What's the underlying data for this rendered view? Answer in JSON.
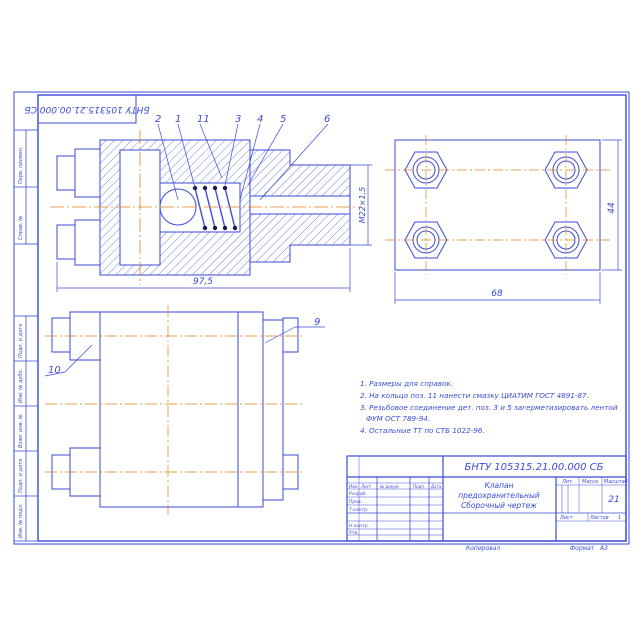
{
  "drawing": {
    "designation_top": "БНТУ 105315.21.00.000 СБ",
    "designation_block": "БНТУ 105315.21.00.000 СБ",
    "title_lines": [
      "Клапан",
      "предохранительный",
      "Сборочный чертеж"
    ],
    "sheet_number": "21",
    "copied_label": "Копировал",
    "format_label": "Формат",
    "format_value": "A3"
  },
  "dimensions": {
    "overall_length": "97,5",
    "thread": "M22×1,5",
    "plate_width": "68",
    "plate_height": "44"
  },
  "balloons": [
    "2",
    "1",
    "11",
    "3",
    "4",
    "5",
    "6",
    "9",
    "10"
  ],
  "notes": [
    "1. Размеры для справок.",
    "2. На кольцо поз. 11 нанести смазку ЦИАТИМ ГОСТ 4891-87.",
    "3. Резьбовое соединение дет. поз. 3 и 5 загерметизировать лентой",
    "ФУМ ОСТ 789-94.",
    "4. Остальные ТТ по СТБ 1022-96."
  ],
  "title_block": {
    "row_labels": [
      "Изм.",
      "Лист",
      "№ докум.",
      "Подп.",
      "Дата"
    ],
    "roles": [
      "Разраб.",
      "Пров.",
      "Т.контр.",
      "Н.контр.",
      "Утв."
    ],
    "col_headers": [
      "Лит.",
      "Масса",
      "Масштаб"
    ],
    "sheet_label": "Лист",
    "sheets_label": "Листов",
    "sheets_value": "1"
  },
  "side_stamp": [
    "Перв. примен.",
    "Справ. №",
    "Подп. и дата",
    "Инв. № дубл.",
    "Взам. инв. №",
    "Подп. и дата",
    "Инв. № подл."
  ]
}
